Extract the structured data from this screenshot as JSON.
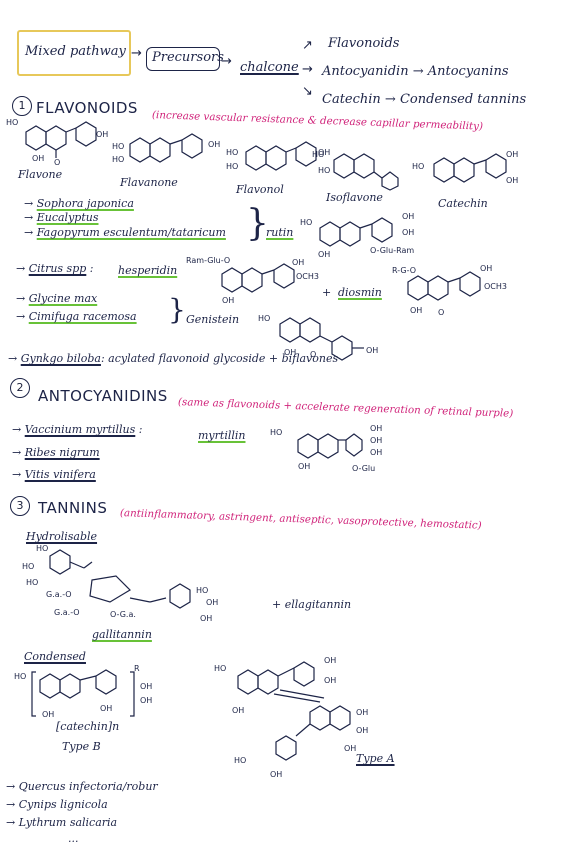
{
  "header": {
    "mixed_pathway": "Mixed pathway",
    "precursors": "Precursors",
    "chalcone": "chalcone",
    "branch_flavonoids": "Flavonoids",
    "branch_antocyanidin": "Antocyanidin → Antocyanins",
    "branch_catechin": "Catechin → Condensed tannins"
  },
  "flavonoids": {
    "num": "1",
    "heading": "FLAVONOIDS",
    "note": "(increase vascular resistance & decrease capillar permeability)",
    "structures": [
      "Flavone",
      "Flavanone",
      "Flavonol",
      "Isoflavone",
      "Catechin"
    ],
    "sources_rutin": [
      "Sophora japonica",
      "Eucalyptus",
      "Fagopyrum esculentum/tataricum"
    ],
    "rutin": "rutin",
    "rutin_sub": "O-Glu-Ram",
    "citrus": "Citrus spp",
    "hesperidin": "hesperidin",
    "ram_glu": "Ram-Glu-O",
    "och3": "OCH3",
    "plus": "+",
    "diosmin": "diosmin",
    "rg": "R-G-O",
    "glycine": "Glycine max",
    "cimifuga": "Cimifuga racemosa",
    "genistein": "Genistein",
    "ginkgo": "Gynkgo biloba",
    "ginkgo_note": ": acylated flavonoid glycoside + biflavones"
  },
  "antocyanidins": {
    "num": "2",
    "heading": "ANTOCYANIDINS",
    "note": "(same as flavonoids + accelerate regeneration of retinal purple)",
    "vaccinium": "Vaccinium myrtillus",
    "myrtillin": "myrtillin",
    "o_glu": "O-Glu",
    "ribes": "Ribes nigrum",
    "vitis": "Vitis vinifera"
  },
  "tannins": {
    "num": "3",
    "heading": "TANNINS",
    "note": "(antiinflammatory, astringent, antiseptic, vasoprotective, hemostatic)",
    "hydrolisable": "Hydrolisable",
    "galloyl": "G.a.-O",
    "galloyl2": "G.a.-O",
    "galloyl3": "O-G.a.",
    "gallitannin": "gallitannin",
    "ellagitannin": "+ ellagitannin",
    "condensed": "Condensed",
    "catechin_n": "[catechin]n",
    "type_b": "Type B",
    "type_a": "Type A",
    "sources": [
      "Quercus infectoria/robur",
      "Cynips lignicola",
      "Lythrum salicaria"
    ],
    "ellipsis": "..."
  },
  "atoms": {
    "ho": "HO",
    "oh": "OH",
    "o": "O",
    "r": "R"
  }
}
